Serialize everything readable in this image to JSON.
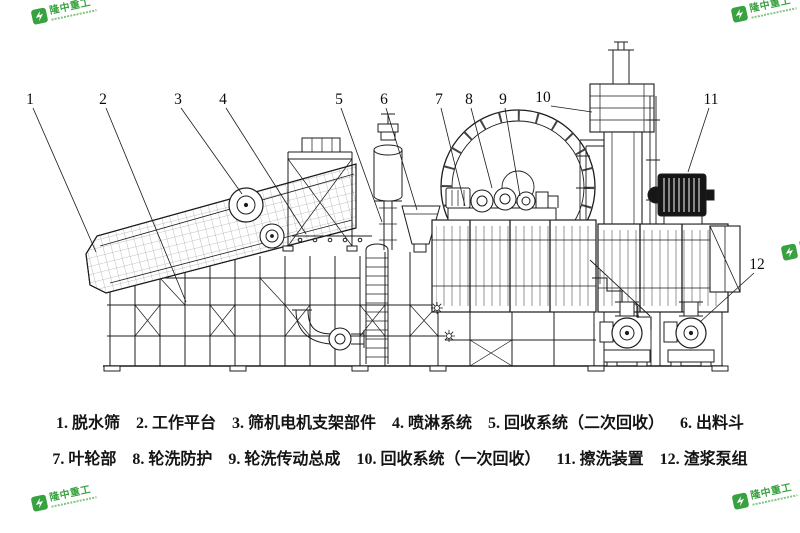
{
  "watermark": {
    "brand": "隆中重工",
    "color": "#2f9e36"
  },
  "callouts": {
    "labels": [
      "1",
      "2",
      "3",
      "4",
      "5",
      "6",
      "7",
      "8",
      "9",
      "10",
      "11",
      "12"
    ]
  },
  "legend": {
    "rows": [
      [
        "1. 脱水筛",
        "2. 工作平台",
        "3. 筛机电机支架部件",
        "4. 喷淋系统",
        "5. 回收系统（二次回收）",
        "6. 出料斗"
      ],
      [
        "7. 叶轮部",
        "8. 轮洗防护",
        "9. 轮洗传动总成",
        "10. 回收系统（一次回收）",
        "11. 擦洗装置",
        "12. 渣浆泵组"
      ]
    ]
  },
  "diagram": {
    "ink": "#1c1c1c",
    "background": "#ffffff"
  }
}
